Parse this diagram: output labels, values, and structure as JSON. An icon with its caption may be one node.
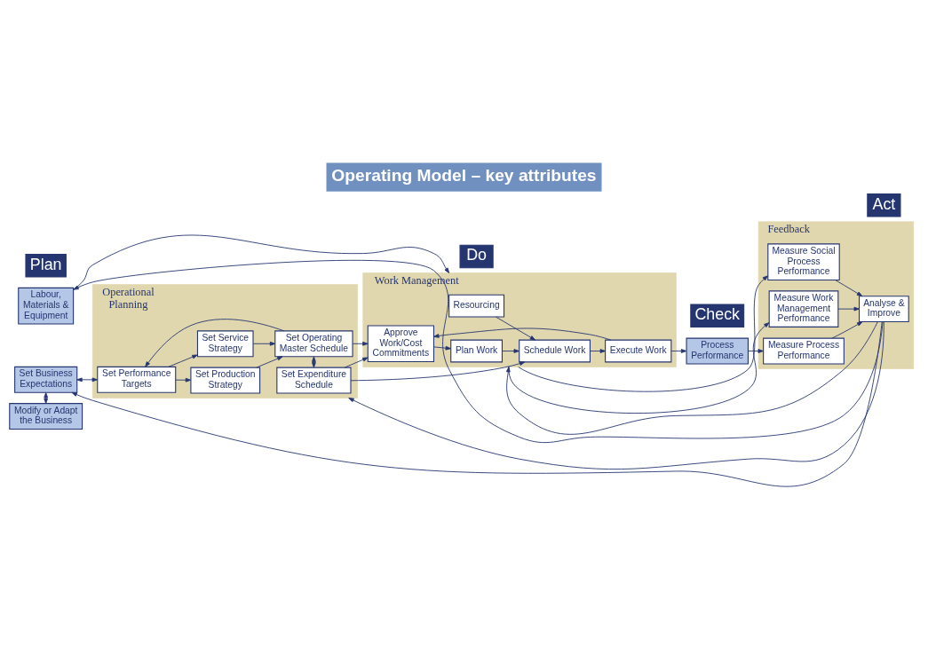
{
  "diagram": {
    "title": "Operating Model – key attributes",
    "nodes": [
      {
        "text": [
          "Labour, Materials & Equipment"
        ]
      },
      {
        "text": [
          "Operational Planning"
        ]
      },
      {
        "text": [
          "Set Expenditure Schedule"
        ],
        "in": 1
      },
      {
        "text": [
          "Set Performance Targets"
        ],
        "in": 1
      },
      {
        "text": [
          "Set Production Strategy"
        ],
        "in": 1
      },
      {
        "text": [
          "Set Service Strategy"
        ],
        "in": 1
      },
      {
        "text": [
          "Set Operating Master Schedule"
        ],
        "in": 1
      },
      {
        "text": [
          "Work Management"
        ]
      },
      {
        "text": [
          "Resourcing"
        ],
        "in": 7
      },
      {
        "text": [
          "Approve Work/Cost Commitments"
        ],
        "in": 7
      },
      {
        "text": [
          "Plan Work"
        ],
        "in": 7
      },
      {
        "text": [
          "Schedule Work"
        ],
        "in": 7
      },
      {
        "text": [
          "Execute Work"
        ],
        "in": 7
      },
      {
        "text": [
          "Set Business Expectations"
        ]
      },
      {
        "text": [
          "Process Performance"
        ]
      },
      {
        "text": [
          "Feedback"
        ]
      },
      {
        "text": [
          "Measure Social Process Performance"
        ],
        "in": 15
      },
      {
        "text": [
          "Measure Work Management Performance"
        ],
        "in": 15
      },
      {
        "text": [
          "Measure Process Performance"
        ],
        "in": 15
      },
      {
        "text": [
          "Modify or Adapt the Business"
        ]
      },
      {
        "text": [
          "Analyse & Improve"
        ],
        "in": 15
      },
      {
        "text": [
          "Plan"
        ]
      },
      {
        "text": [
          "Do"
        ]
      },
      {
        "text": [
          "Check"
        ]
      },
      {
        "text": [
          "Act"
        ]
      }
    ],
    "edges": [
      {
        "from": 0,
        "to": 7,
        "arrow": "to"
      },
      {
        "from": 13,
        "to": 3,
        "arrow": "both"
      },
      {
        "from": 13,
        "to": 19,
        "arrow": "both"
      },
      {
        "from": 3,
        "to": 4,
        "arrow": "to"
      },
      {
        "from": 3,
        "to": 5,
        "arrow": "to"
      },
      {
        "from": 4,
        "to": 6,
        "arrow": "to"
      },
      {
        "from": 5,
        "to": 6,
        "arrow": "to"
      },
      {
        "from": 6,
        "to": 2,
        "arrow": "both"
      },
      {
        "from": 6,
        "to": 3,
        "arrow": "to"
      },
      {
        "from": 6,
        "to": 9,
        "arrow": "to"
      },
      {
        "from": 2,
        "to": 9,
        "arrow": "to"
      },
      {
        "from": 2,
        "to": 11,
        "arrow": "to"
      },
      {
        "from": 8,
        "to": 11,
        "arrow": "to"
      },
      {
        "from": 9,
        "to": 10,
        "arrow": "to"
      },
      {
        "from": 10,
        "to": 11,
        "arrow": "to"
      },
      {
        "from": 11,
        "to": 12,
        "arrow": "to"
      },
      {
        "from": 12,
        "to": 9,
        "arrow": "to"
      },
      {
        "from": 12,
        "to": 14,
        "arrow": "to"
      },
      {
        "from": 7,
        "to": 16,
        "arrow": "to"
      },
      {
        "from": 7,
        "to": 17,
        "arrow": "to"
      },
      {
        "from": 14,
        "to": 18,
        "arrow": "to"
      },
      {
        "from": 16,
        "to": 20,
        "arrow": "to"
      },
      {
        "from": 17,
        "to": 20,
        "arrow": "to"
      },
      {
        "from": 18,
        "to": 20,
        "arrow": "to"
      },
      {
        "from": 20,
        "to": 0,
        "arrow": "to"
      },
      {
        "from": 20,
        "to": 13,
        "arrow": "to"
      },
      {
        "from": 20,
        "to": 1,
        "arrow": "to"
      },
      {
        "from": 20,
        "to": 7,
        "arrow": "to"
      }
    ]
  }
}
